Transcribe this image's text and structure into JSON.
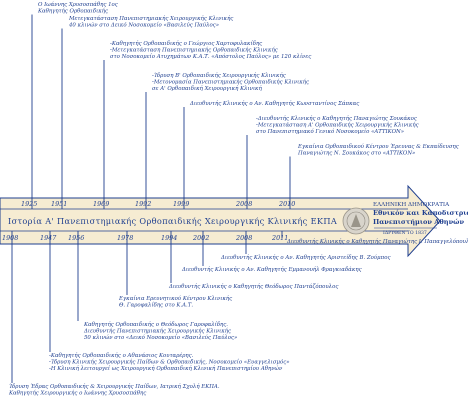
{
  "arrow_title": "Ιστορία Α' Πανεπιστημιακής Ορθοπαιδικής Χειρουργικής Κλινικής ΕΚΠΑ",
  "logo": {
    "line1": "ΕΛΛΗΝΙΚΗ ΔΗΜΟΚΡΑΤΙΑ",
    "line2": "Εθνικόν και Καποδιστριακόν",
    "line3": "Πανεπιστήμιον Αθηνών",
    "line4": "ΙΔΡΥΘΕΝ ΤΟ 1837"
  },
  "colors": {
    "band_fill": "#f6ecd2",
    "band_stroke": "#1f3f8f",
    "ink": "#1f3f8f"
  },
  "events_above": [
    {
      "year": "1925",
      "lines": [
        "Ο Ιωάννης Χρυσοσπάθης 1ος",
        "Καθηγητής Ορθοπαιδικής"
      ]
    },
    {
      "year": "1951",
      "lines": [
        "Μετεγκατάσταση Πανεπιστημιακής Χειρουργικής Κλινικής",
        "40 κλινών στο Δεικό Νοσοκομείο «Βασιλεύς Παύλος»"
      ]
    },
    {
      "year": "1969",
      "lines": [
        "-Καθηγητής Ορθοπαιδικής ο Γεώργιος Χαρτοφυλακίδης",
        "-Μετεγκατάσταση Πανεπιστημιακής Ορθοπαιδικής Κλινικής",
        "στο Νοσοκομείο Ατυχημάτων Κ.Α.Τ. «Απόστολος Παύλος» με 120 κλίνες"
      ]
    },
    {
      "year": "1992",
      "lines": [
        "-Ίδρυση Β' Ορθοπαιδικής Χειρουργικής Κλινικής",
        "-Μετονομασία Πανεπιστημιακής Ορθοπαιδικής Κλινικής",
        "σε Α' Ορθοπαιδική Χειρουργική Κλινική"
      ]
    },
    {
      "year": "1999",
      "lines": [
        "Διευθυντής Κλινικής ο Αν. Καθηγητής Κωνσταντίνος Σάπκας"
      ]
    },
    {
      "year": "2008",
      "lines": [
        "-Διευθυντής Κλινικής ο Καθηγητής Παναγιώτης Σουκάκος",
        "-Μετεγκατάσταση Α' Ορθοπαιδικής Χειρουργικής Κλινικής",
        "στο Πανεπιστημιακό Γενικό Νοσοκομείο «ΑΤΤΙΚΟΝ»"
      ]
    },
    {
      "year": "2010",
      "lines": [
        "Εγκαίνια Ορθοπαιδικού Κέντρου Έρευνας & Εκπαίδευσης",
        "Παναγιώτης Ν. Σουκάκος στο «ATTIKON»"
      ]
    }
  ],
  "events_below": [
    {
      "year": "1908",
      "lines": [
        "Ίδρυση Έδρας Ορθοπαιδικής & Χειρουργικής Παίδων, Ιατρική Σχολή ΕΚΠΑ.",
        "Καθηγητής Χειρουργικής ο Ιωάννης Χρυσοσπάθης"
      ]
    },
    {
      "year": "1947",
      "lines": [
        "-Καθηγητής Ορθοπαιδικής ο Αθανάσιος Κουταρέρης.",
        "-Ίδρυση Κλινικής Χειρουργικής Παίδων & Ορθοπαιδικής, Νοσοκομείο «Ευαγγελισμός»",
        "-Η Κλινική λειτουργεί ως Χειρουργική Ορθοπαιδική Κλινική Πανεπιστημίου Αθηνών"
      ]
    },
    {
      "year": "1956",
      "lines": [
        "Καθηγητής Ορθοπαιδικής ο Θεόδωρος Γαροφαλίδης.",
        "Διευθυντής Πανεπιστημιακής Χειρουργικής Κλινικής",
        "50 κλινών στο «Δεικό Νοσοκομείο «Βασιλεύς Παύλος»"
      ]
    },
    {
      "year": "1978",
      "lines": [
        "Εγκαίνια Ερευνητικού Κέντρου Κλινικής",
        "Θ. Γαροφαλίδης στο Κ.Α.Τ."
      ]
    },
    {
      "year": "1994",
      "lines": [
        "Διευθυντής Κλινικής ο Καθηγητής Θεόδωρος Παντάζόπουλος"
      ]
    },
    {
      "year": "2002",
      "lines": [
        "Διευθυντής Κλινικής ο Αν. Καθηγητής Εμμανουήλ Φραγκιαδάκης"
      ]
    },
    {
      "year": "2008",
      "lines": [
        "Διευθυντής Κλινικής ο Αν. Καθηγητής Αριστείδης Β. Ζούμπος"
      ]
    },
    {
      "year": "2011",
      "lines": [
        "Διευθυντής Κλινικής ο Καθηγητής Παναγιώτης Ι. Παπαγγελόπουλος"
      ]
    }
  ]
}
